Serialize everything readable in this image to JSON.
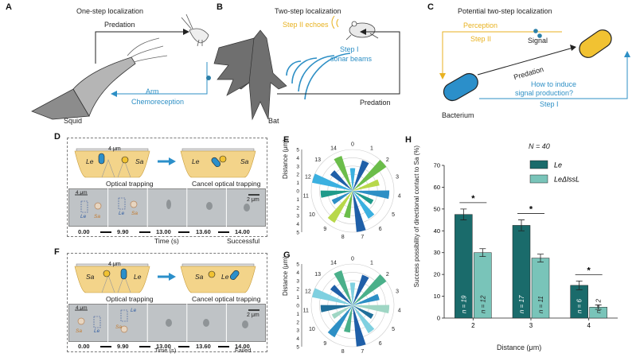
{
  "panels": {
    "A": {
      "letter": "A",
      "title": "One-step localization",
      "predation": "Predation",
      "arm": "Arm",
      "chemo": "Chemoreception",
      "animal": "Squid"
    },
    "B": {
      "letter": "B",
      "title": "Two-step localization",
      "echoes": "Step II echoes",
      "step1": "Step I",
      "sonar": "sonar beams",
      "predation": "Predation",
      "animal": "Bat"
    },
    "C": {
      "letter": "C",
      "title": "Potential two-step localization",
      "perception": "Perception",
      "step2": "Step II",
      "signal": "Signal",
      "predation": "Predation",
      "induce1": "How to induce",
      "induce2": "signal production?",
      "step1": "Step I",
      "bacterium": "Bacterium"
    },
    "D": {
      "letter": "D",
      "distance": "4 μm",
      "le": "Le",
      "sa": "Sa",
      "optical": "Optical trapping",
      "cancel": "Cancel optical trapping",
      "scale": "2 μm",
      "times": [
        "0.00",
        "9.90",
        "13.00",
        "13.60",
        "14.00"
      ],
      "time_label": "Time (s)",
      "outcome": "Successful"
    },
    "F": {
      "letter": "F",
      "distance": "4 μm",
      "le": "Le",
      "sa": "Sa",
      "optical": "Optical trapping",
      "cancel": "Cancel optical trapping",
      "scale": "2 μm",
      "times": [
        "0.00",
        "9.90",
        "13.00",
        "13.60",
        "14.00"
      ],
      "time_label": "Time (s)",
      "outcome": "Failed"
    },
    "E": {
      "letter": "E",
      "ylabel": "Distance (μm)",
      "ticks": [
        "0",
        "1",
        "2",
        "3",
        "4",
        "5",
        "6",
        "7",
        "8",
        "9",
        "10",
        "11",
        "12",
        "13",
        "14"
      ],
      "yticks": [
        "5",
        "4",
        "3",
        "2",
        "1",
        "0",
        "1",
        "2",
        "3",
        "4",
        "5"
      ]
    },
    "G": {
      "letter": "G",
      "ylabel": "Distance (μm)",
      "ticks": [
        "0",
        "1",
        "2",
        "3",
        "4",
        "5",
        "6",
        "7",
        "8",
        "9",
        "10",
        "11",
        "12",
        "13",
        "14"
      ],
      "yticks": [
        "5",
        "4",
        "3",
        "2",
        "1",
        "0",
        "1",
        "2",
        "3",
        "4",
        "5"
      ]
    },
    "H": {
      "letter": "H",
      "n_total": "N = 40"
    }
  },
  "colors": {
    "blue": "#2b8fca",
    "yellow": "#f1c232",
    "teal_dark": "#1a6b6b",
    "teal_light": "#79c4b9",
    "dome": "#f3d48a"
  },
  "chart_data": {
    "type": "bar",
    "ylabel": "Success possibility of directional contact to Sa (%)",
    "xlabel": "Distance (μm)",
    "ylim": [
      0,
      70
    ],
    "yticks": [
      "0",
      "10",
      "20",
      "30",
      "40",
      "50",
      "60",
      "70"
    ],
    "categories": [
      "2",
      "3",
      "4"
    ],
    "legend_position": "top-right",
    "series": [
      {
        "name": "Le",
        "color": "#1a6b6b",
        "values": [
          47.5,
          42.5,
          15
        ],
        "errors": [
          2.5,
          2.5,
          2
        ],
        "n_labels": [
          "n = 19",
          "n = 17",
          "n = 6"
        ]
      },
      {
        "name": "LeΔlssL",
        "color": "#79c4b9",
        "values": [
          30,
          27.5,
          5
        ],
        "errors": [
          1.8,
          1.8,
          1
        ],
        "n_labels": [
          "n = 12",
          "n = 11",
          "n = 2"
        ]
      }
    ],
    "significance": [
      "*",
      "*",
      "*"
    ]
  }
}
